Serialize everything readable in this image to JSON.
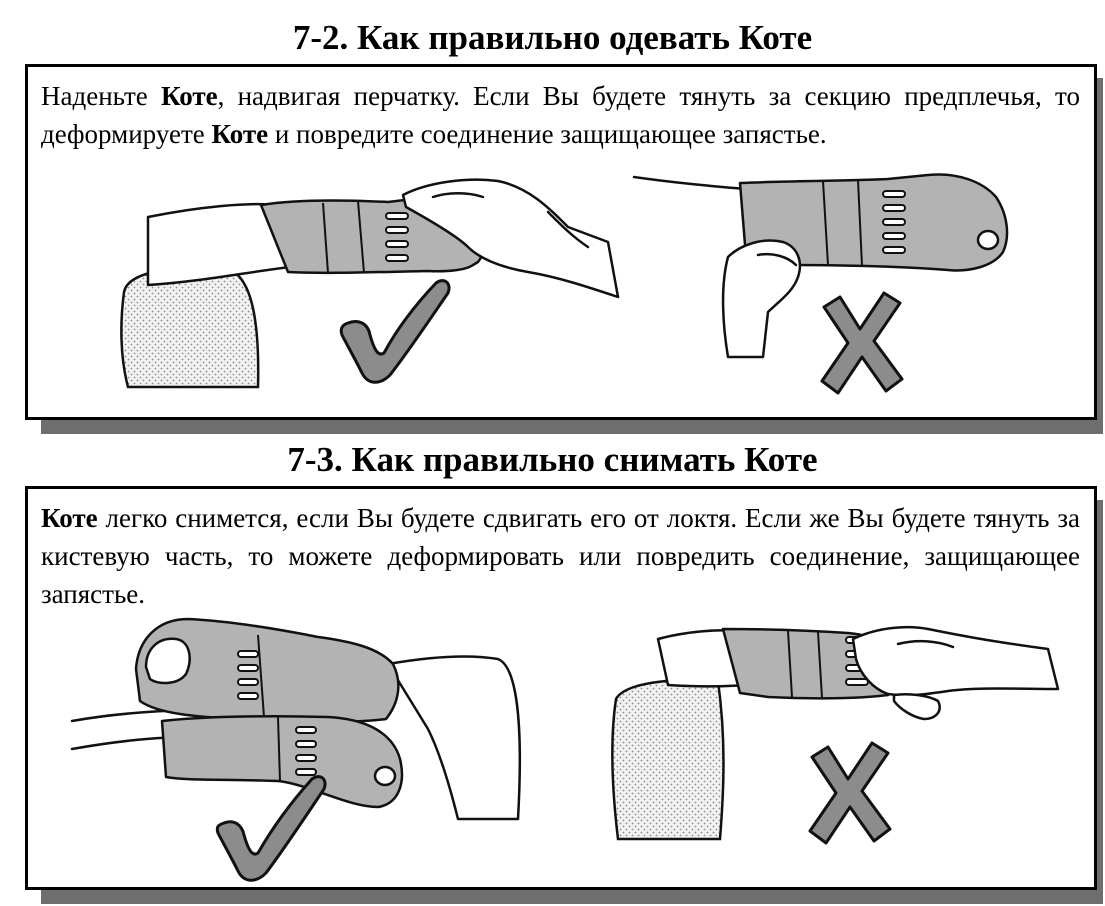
{
  "sections": [
    {
      "title": "7-2. Как правильно одевать Коте",
      "text_parts": [
        "Наденьте ",
        "Коте",
        ", надвигая перчатку. Если Вы будете тянуть за секцию предплечья, то деформируете ",
        "Коте",
        " и повредите соединение защищающее запястье."
      ]
    },
    {
      "title": "7-3. Как правильно снимать Коте",
      "text_parts": [
        "Коте",
        " легко снимется, если Вы будете сдвигать его от локтя. Если же Вы будете тянуть за кистевую часть, то можете деформировать или повредить соединение, защищающее запястье."
      ]
    }
  ],
  "illustrations": {
    "correct_icon": "checkmark-icon",
    "wrong_icon": "cross-icon",
    "mark_color": "#8c8c8c",
    "shadow_color": "#6e6e6e"
  }
}
